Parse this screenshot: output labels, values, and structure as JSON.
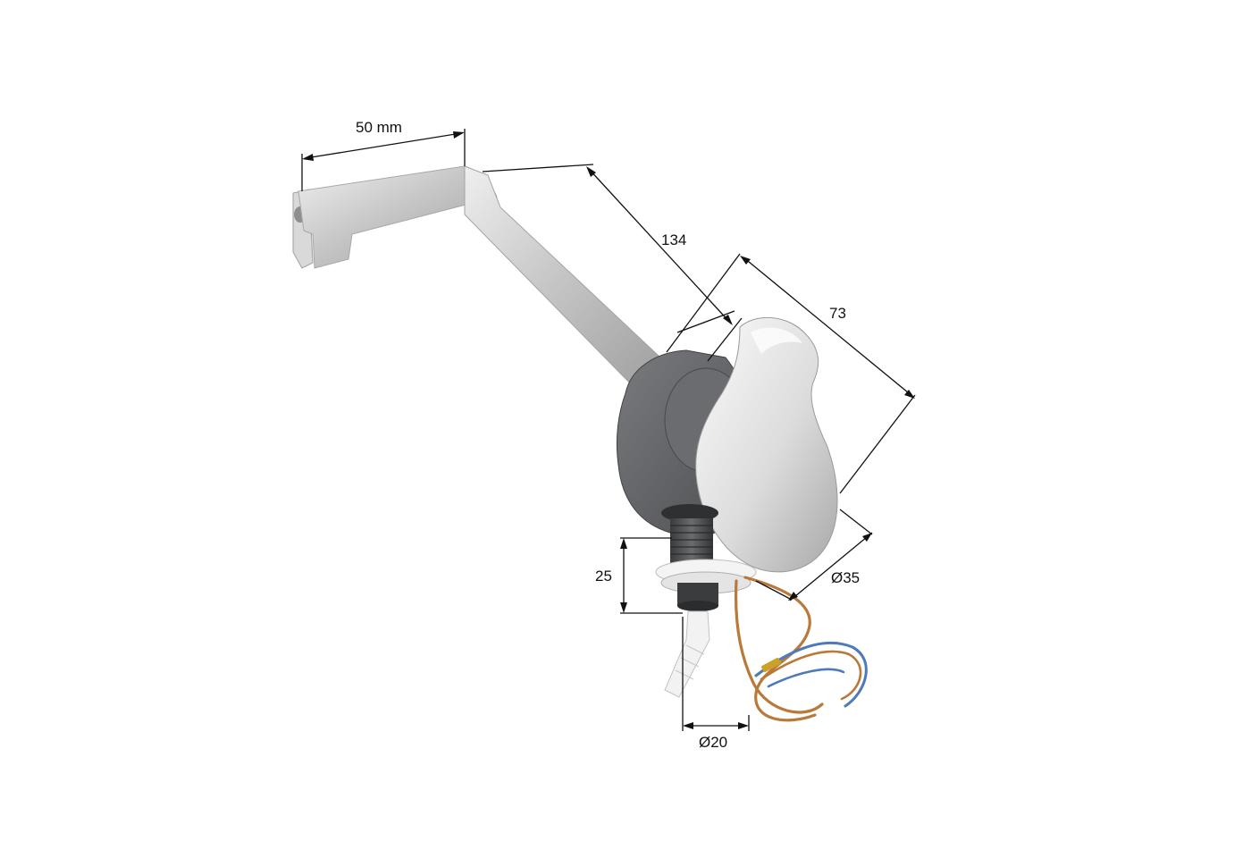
{
  "dimensions": {
    "spout_end_width": "50 mm",
    "spout_length": "134",
    "handle_length": "73",
    "body_diameter": "Ø35",
    "thread_height": "25",
    "hose_diameter": "Ø20"
  },
  "colors": {
    "background": "#ffffff",
    "spout_chrome": "#c9c9c9",
    "body_dark": "#5f6063",
    "handle": "#d7d7d7",
    "hose": "#f1f1f1",
    "wire_brown": "#b8793a",
    "wire_blue": "#4f7ab8",
    "dimension_lines": "#111111"
  }
}
